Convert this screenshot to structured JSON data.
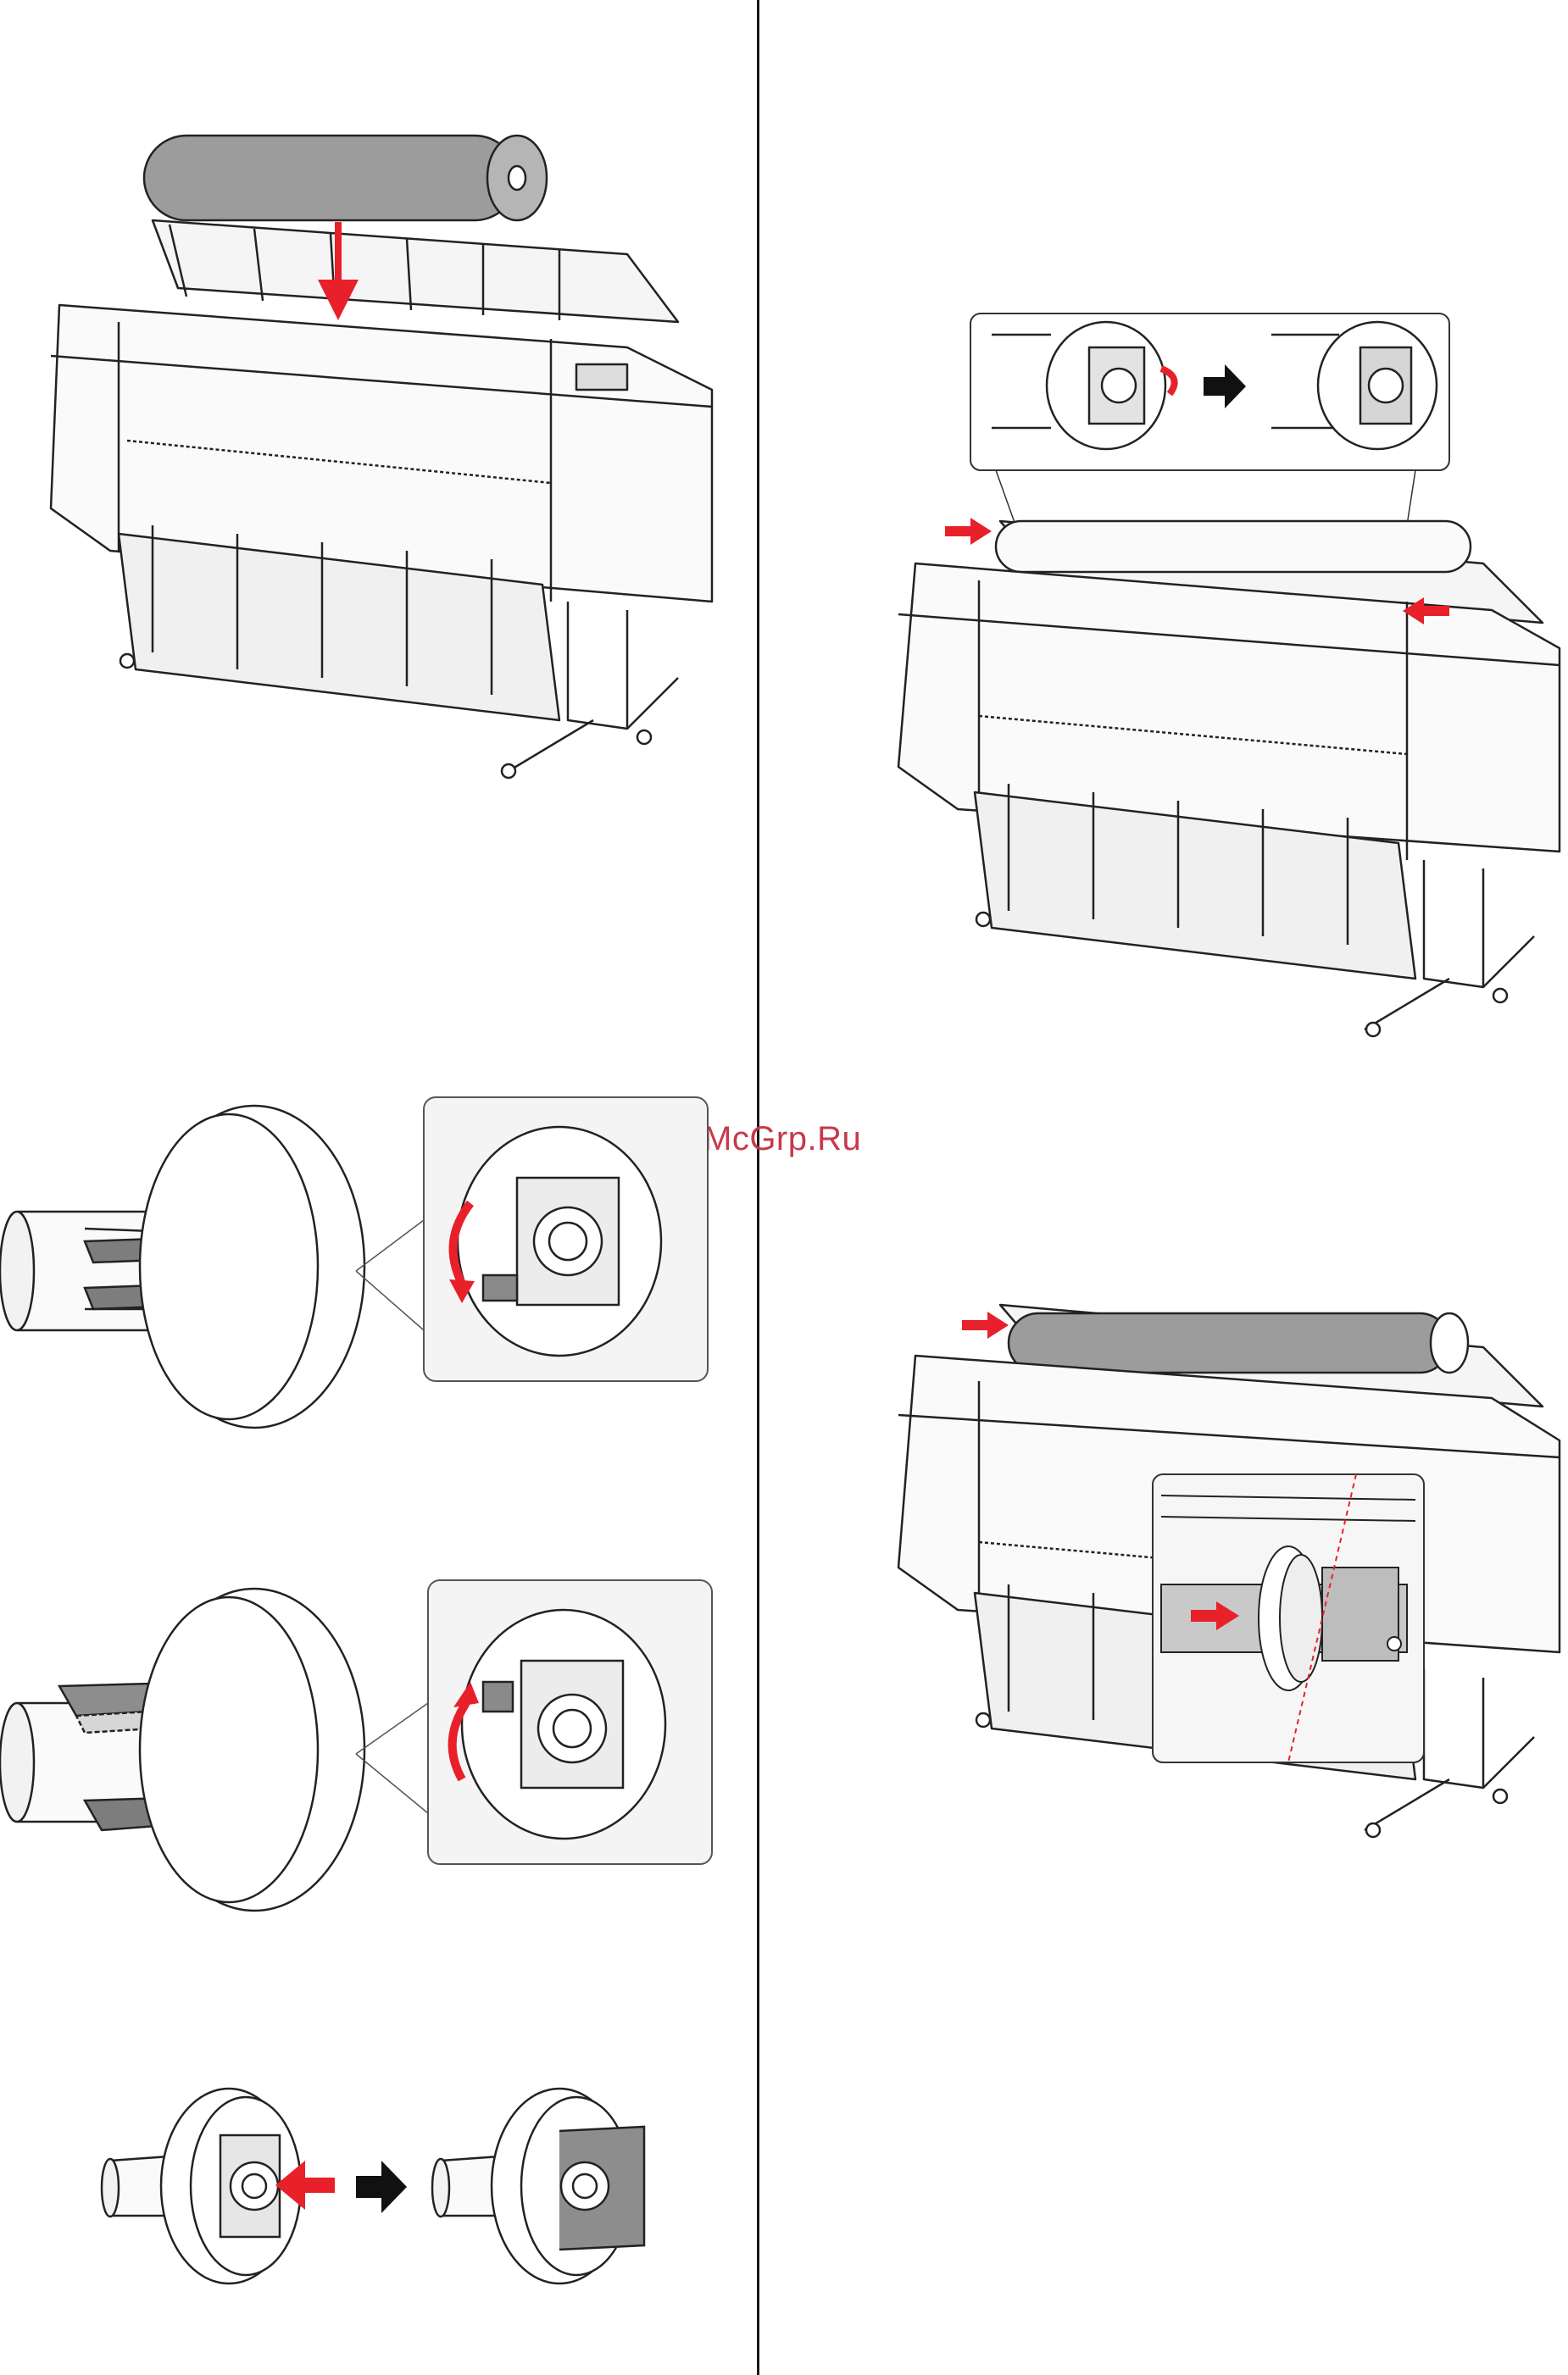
{
  "watermark": {
    "text": "McGrp.Ru"
  },
  "figures": [
    {
      "id": "fig-load-roll-top",
      "icons": [
        "printer-icon",
        "paper-roll-icon",
        "down-arrow-icon"
      ]
    },
    {
      "id": "fig-adapter-lever-unlock",
      "icons": [
        "roll-adapter-icon",
        "rotate-arrow-icon"
      ]
    },
    {
      "id": "fig-adapter-lever-lock",
      "icons": [
        "roll-adapter-icon",
        "rotate-arrow-icon"
      ]
    },
    {
      "id": "fig-adapter-push-in",
      "icons": [
        "roll-adapter-icon",
        "push-arrow-icon",
        "next-step-arrow-icon"
      ]
    },
    {
      "id": "fig-adapter-set-on-holder",
      "icons": [
        "printer-icon",
        "roll-adapter-icon",
        "next-step-arrow-icon"
      ]
    },
    {
      "id": "fig-roll-slide-in",
      "icons": [
        "printer-icon",
        "paper-roll-icon",
        "push-arrow-icon"
      ]
    }
  ],
  "colors": {
    "accent": "#e8202a",
    "line": "#222222",
    "shade": "#9c9c9c",
    "panel": "#efefef"
  }
}
